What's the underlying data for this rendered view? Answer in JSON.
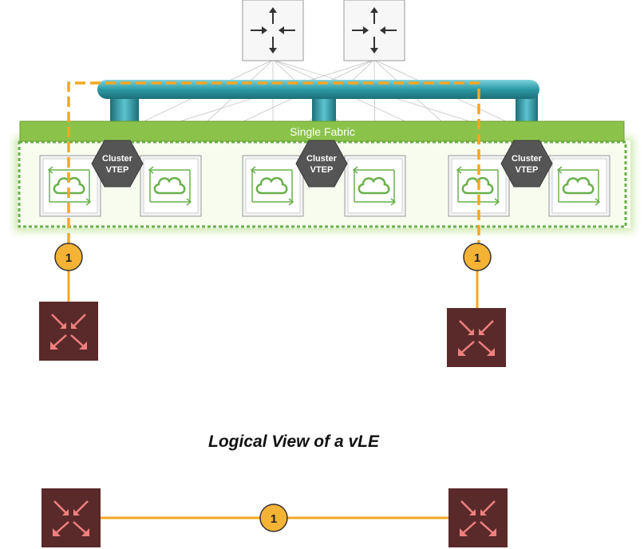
{
  "fabric": {
    "label": "Single Fabric"
  },
  "vtep": {
    "line1": "Cluster",
    "line2": "VTEP"
  },
  "badges": {
    "left": "1",
    "right": "1",
    "logical": "1"
  },
  "logical_view": {
    "title": "Logical View of a vLE"
  },
  "colors": {
    "fabric_green": "#8bc34a",
    "pipe_teal": "#2a9aa6",
    "link_orange": "#f5a623",
    "router_dark": "#5a2a2a",
    "router_arrow": "#f08080",
    "vtep_gray": "#555555",
    "switch_green": "#6ab04c"
  },
  "icons": {
    "spine": "four-way-arrow-switch-icon",
    "leaf": "cloud-switch-icon",
    "router": "crossed-arrows-router-icon"
  }
}
